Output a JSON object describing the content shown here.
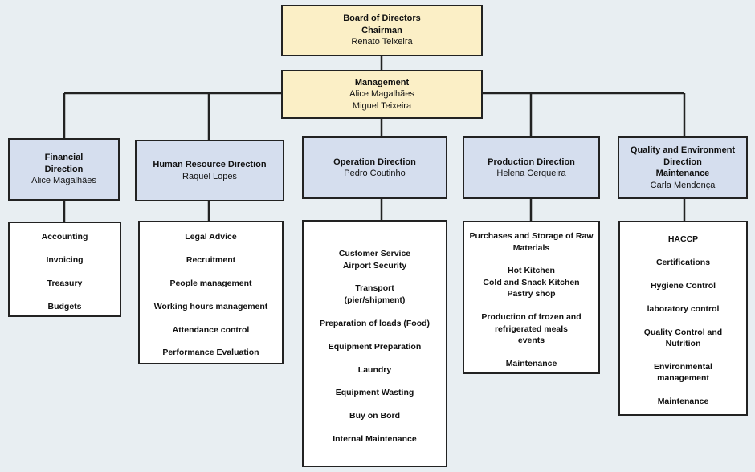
{
  "board": {
    "lines": [
      "Board of Directors",
      "Chairman"
    ],
    "person": "Renato Teixeira"
  },
  "management": {
    "title": "Management",
    "people": [
      "Alice Magalhães",
      "Miguel Teixeira"
    ]
  },
  "directions": [
    {
      "title": "Financial\nDirection",
      "person": "Alice Magalhães",
      "items": [
        "Accounting",
        "Invoicing",
        "Treasury",
        "Budgets"
      ]
    },
    {
      "title": "Human Resource Direction",
      "person": "Raquel Lopes",
      "items": [
        "Legal Advice",
        "Recruitment",
        "People management",
        "Working hours management",
        "Attendance control",
        "Performance Evaluation"
      ]
    },
    {
      "title": "Operation Direction",
      "person": "Pedro Coutinho",
      "items": [
        "Customer Service\nAirport Security",
        "Transport\n(pier/shipment)",
        "Preparation of loads (Food)",
        "Equipment Preparation",
        "Laundry",
        "Equipment Wasting",
        "Buy on Bord",
        "Internal Maintenance"
      ]
    },
    {
      "title": "Production Direction",
      "person": "Helena Cerqueira",
      "items": [
        "Purchases and Storage of Raw\nMaterials",
        "Hot Kitchen\nCold and Snack Kitchen\nPastry shop",
        "Production of frozen and\nrefrigerated meals\nevents",
        "Maintenance"
      ]
    },
    {
      "title": "Quality and Environment\nDirection\nMaintenance",
      "person": "Carla Mendonça",
      "items": [
        "HACCP",
        "Certifications",
        "Hygiene Control",
        "laboratory control",
        "Quality Control and\nNutrition",
        "Environmental\nmanagement",
        "Maintenance"
      ]
    }
  ]
}
